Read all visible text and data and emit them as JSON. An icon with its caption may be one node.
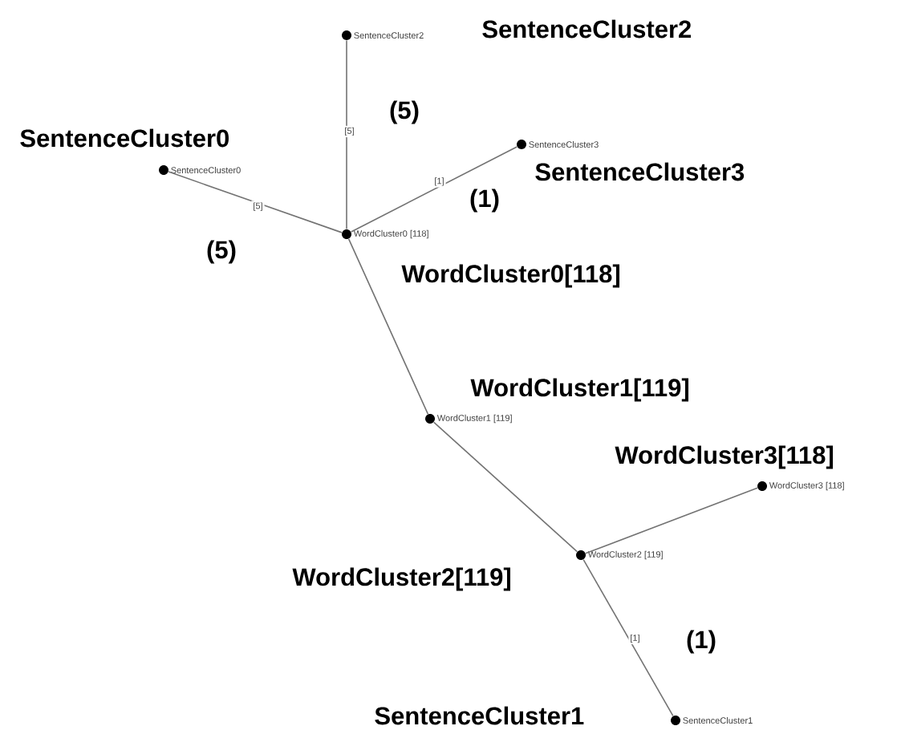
{
  "diagram": {
    "nodes": [
      {
        "text": [],
        "shape": "circle",
        "beside": [
          "SentenceCluster2"
        ]
      },
      {
        "text": [],
        "shape": "circle",
        "beside": [
          "SentenceCluster0"
        ]
      },
      {
        "text": [],
        "shape": "circle",
        "beside": [
          "SentenceCluster3"
        ]
      },
      {
        "text": [],
        "shape": "circle",
        "beside": [
          "WordCluster0 [118]"
        ]
      },
      {
        "text": [],
        "shape": "circle",
        "beside": [
          "WordCluster1 [119]"
        ]
      },
      {
        "text": [],
        "shape": "circle",
        "beside": [
          "WordCluster3 [118]"
        ]
      },
      {
        "text": [],
        "shape": "circle",
        "beside": [
          "WordCluster2 [119]"
        ]
      },
      {
        "text": [],
        "shape": "circle",
        "beside": [
          "SentenceCluster1"
        ]
      }
    ],
    "edges": [
      {
        "from": 3,
        "to": 0,
        "arrow": "none",
        "label": "[5]"
      },
      {
        "from": 3,
        "to": 1,
        "arrow": "none",
        "label": "[5]"
      },
      {
        "from": 3,
        "to": 2,
        "arrow": "none",
        "label": "[1]"
      },
      {
        "from": 3,
        "to": 4,
        "arrow": "none"
      },
      {
        "from": 4,
        "to": 6,
        "arrow": "none"
      },
      {
        "from": 6,
        "to": 5,
        "arrow": "none"
      },
      {
        "from": 6,
        "to": 7,
        "arrow": "none",
        "label": "[1]"
      }
    ],
    "labels": [
      "SentenceCluster2",
      "(5)",
      "SentenceCluster0",
      "SentenceCluster3",
      "(1)",
      "(5)",
      "WordCluster0[118]",
      "WordCluster1[119]",
      "WordCluster3[118]",
      "WordCluster2[119]",
      "(1)",
      "SentenceCluster1"
    ]
  }
}
